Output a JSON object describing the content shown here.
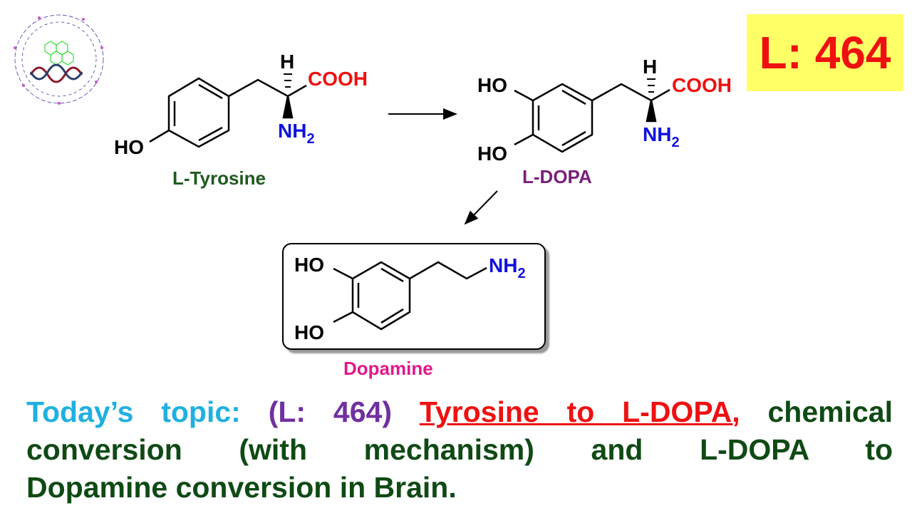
{
  "badge": {
    "label": "L: 464"
  },
  "tyrosine": {
    "name": "L-Tyrosine",
    "ho": "HO",
    "h": "H",
    "cooh": "COOH",
    "nh": "NH",
    "sub2": "2"
  },
  "ldopa": {
    "name": "L-DOPA",
    "ho_top": "HO",
    "ho_bottom": "HO",
    "h": "H",
    "cooh": "COOH",
    "nh": "NH",
    "sub2": "2"
  },
  "dopamine": {
    "name": "Dopamine",
    "ho_top": "HO",
    "ho_bottom": "HO",
    "nh": "NH",
    "sub2": "2"
  },
  "topic": {
    "prefix": "Today’s topic:",
    "lecture": "(L: 464)",
    "highlight": "Tyrosine to L-DOPA,",
    "line1_rest": "chemical",
    "line2": "conversion (with mechanism) and L-DOPA to",
    "line3": "Dopamine conversion in Brain."
  },
  "colors": {
    "cyan": "#20b0e0",
    "purple": "#7030a0",
    "red": "#ee1111",
    "green": "#0f4a14",
    "badge_bg": "#ffff66",
    "magenta": "#e0198a"
  }
}
